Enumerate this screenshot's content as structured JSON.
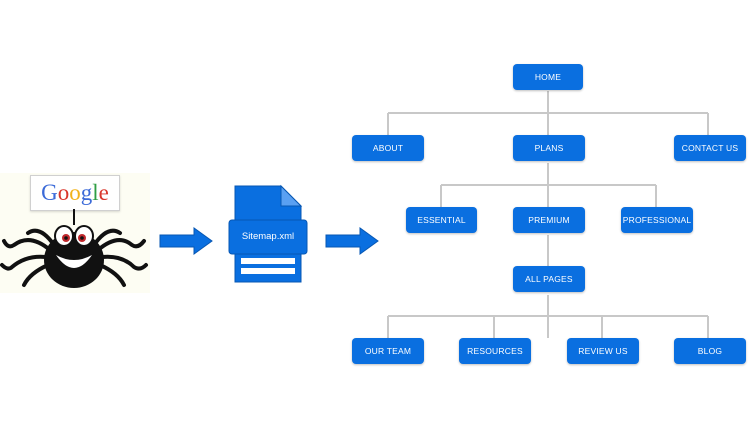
{
  "logo": {
    "text": "Google",
    "letters": [
      "G",
      "o",
      "o",
      "g",
      "l",
      "e"
    ],
    "colors": [
      "#3b6ad8",
      "#d9362b",
      "#f2b319",
      "#3b6ad8",
      "#2f9e44",
      "#d9362b"
    ]
  },
  "file": {
    "label": "Sitemap.xml",
    "icon": "xml-file-icon"
  },
  "arrows": {
    "icon": "right-arrow-icon",
    "color": "#0a6fe0"
  },
  "sitemap": {
    "node_color": "#0a6fe0",
    "line_color": "#c8c8c8",
    "home": "HOME",
    "about": "ABOUT",
    "plans": "PLANS",
    "contact_us": "CONTACT US",
    "essential": "ESSENTIAL",
    "premium": "PREMIUM",
    "professional": "PROFESSIONAL",
    "all_pages": "ALL PAGES",
    "our_team": "OUR TEAM",
    "resources": "RESOURCES",
    "review_us": "REVIEW US",
    "blog": "BLOG"
  }
}
